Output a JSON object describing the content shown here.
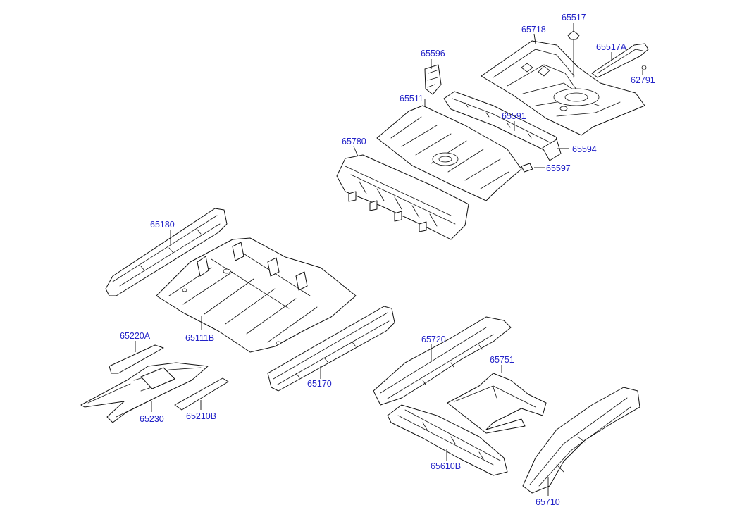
{
  "link_color": "#2323c8",
  "callouts": {
    "p65517": "65517",
    "p65718": "65718",
    "p65517A": "65517A",
    "p65596": "65596",
    "p62791": "62791",
    "p65511": "65511",
    "p65591": "65591",
    "p65780": "65780",
    "p65594": "65594",
    "p65597": "65597",
    "p65180": "65180",
    "p65220A": "65220A",
    "p65111B": "65111B",
    "p65720": "65720",
    "p65751": "65751",
    "p65170": "65170",
    "p65230": "65230",
    "p65210B": "65210B",
    "p65610B": "65610B",
    "p65710": "65710"
  }
}
